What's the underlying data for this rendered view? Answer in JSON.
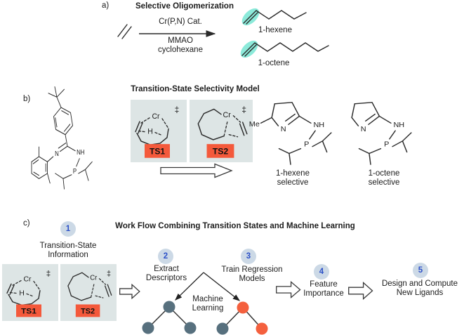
{
  "panel_a": {
    "label": "a)",
    "title": "Selective Oligomerization",
    "catalyst": "Cr(P,N) Cat.",
    "condition1": "MMAO",
    "condition2": "cyclohexane",
    "product1_label": "1-hexene",
    "product2_label": "1-octene"
  },
  "panel_b": {
    "label": "b)",
    "title": "Transition-State Selectivity Model",
    "dagger": "‡",
    "atoms": {
      "cr": "Cr",
      "h": "H",
      "n": "N",
      "nh": "NH",
      "p": "P",
      "me": "Me"
    },
    "ts1_label": "TS1",
    "ts2_label": "TS2",
    "ligand1_caption": {
      "line1": "1-hexene",
      "line2": "selective"
    },
    "ligand2_caption": {
      "line1": "1-octene",
      "line2": "selective"
    }
  },
  "panel_c": {
    "label": "c)",
    "title": "Work Flow Combining Transition States and Machine Learning",
    "dagger": "‡",
    "atoms": {
      "cr": "Cr",
      "h": "H"
    },
    "ts1_label": "TS1",
    "ts2_label": "TS2",
    "steps": [
      {
        "number": "1",
        "line1": "Transition-State",
        "line2": "Information"
      },
      {
        "number": "2",
        "line1": "Extract",
        "line2": "Descriptors"
      },
      {
        "number": "3",
        "line1": "Train Regression",
        "line2": "Models"
      },
      {
        "number": "4",
        "line1": "Feature",
        "line2": "Importance"
      },
      {
        "number": "5",
        "line1": "Design and Compute",
        "line2": "New Ligands"
      }
    ],
    "ml_label": {
      "line1": "Machine",
      "line2": "Learning"
    }
  },
  "colors": {
    "highlight_teal": "#8ceada",
    "ts_box_bg": "#dde5e5",
    "ts_label_bg": "#f4593b",
    "step_circle_bg": "#ccd9e6",
    "step_number_blue": "#2d51c8",
    "node_dark": "#57707e",
    "node_orange": "#f4603e"
  }
}
